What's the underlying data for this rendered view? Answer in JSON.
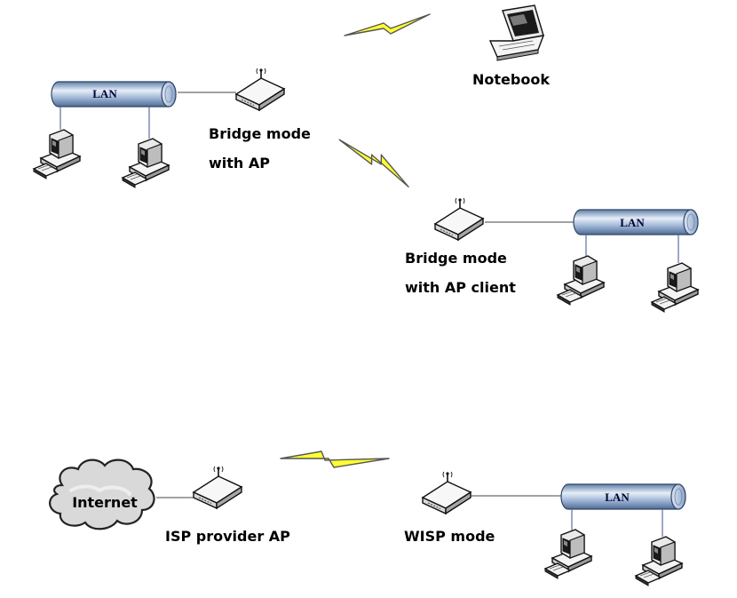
{
  "labels": {
    "notebook": "Notebook",
    "bridge_ap_line1": "Bridge mode",
    "bridge_ap_line2": "with AP",
    "bridge_client_line1": "Bridge mode",
    "bridge_client_line2": "with AP client",
    "isp_ap": "ISP provider AP",
    "wisp_mode": "WISP mode",
    "internet": "Internet",
    "lan": "LAN"
  },
  "colors": {
    "lan_tube_light": "#e6eef8",
    "lan_tube_mid": "#9fb6d6",
    "lan_tube_dark": "#5f7fa8",
    "bolt_fill": "#ffff33",
    "bolt_stroke": "#555555",
    "link_line": "#444444",
    "lan_drop_line": "#5d6fa3"
  },
  "icons": [
    "lan-segment",
    "desktop-computer-icon",
    "access-point-icon",
    "notebook-icon",
    "wireless-bolt-icon",
    "internet-cloud-icon"
  ]
}
